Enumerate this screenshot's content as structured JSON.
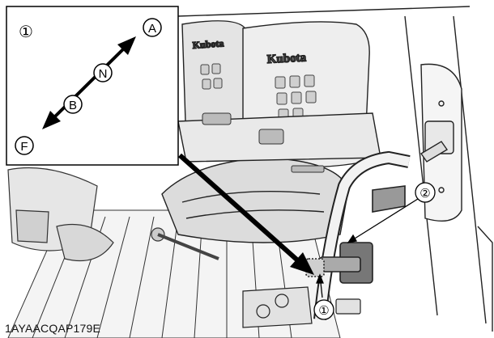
{
  "figure": {
    "caption": "1AYAACQAP179E",
    "inset": {
      "ref": "①",
      "letters": {
        "a": "A",
        "n": "N",
        "b": "B",
        "f": "F"
      }
    },
    "callouts": [
      {
        "id": "1",
        "text": "①"
      },
      {
        "id": "2",
        "text": "②"
      }
    ],
    "seat_brand": "Kubota"
  },
  "colors": {
    "ink": "#111111",
    "paper": "#ffffff",
    "shade": "#bdbdbd"
  }
}
